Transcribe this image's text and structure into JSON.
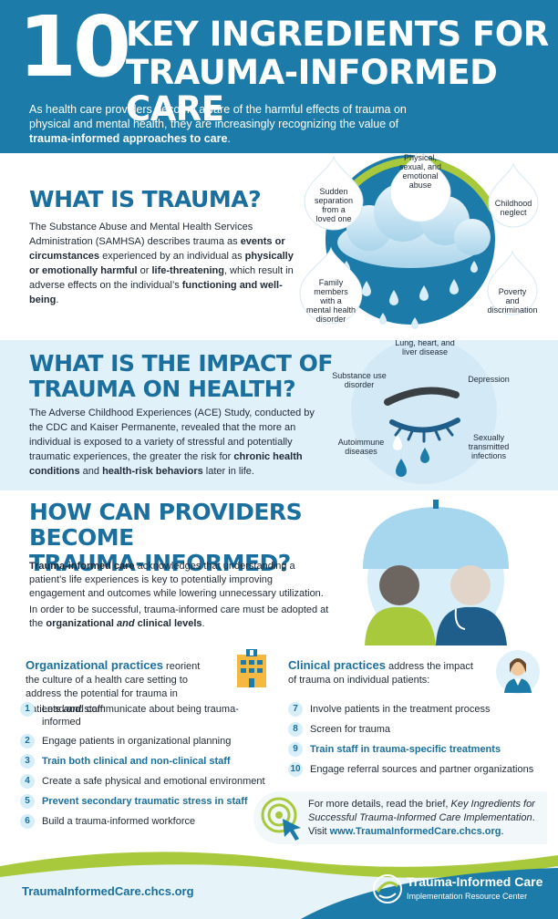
{
  "header": {
    "number": "10",
    "title_line1": "KEY INGREDIENTS FOR",
    "title_line2": "TRAUMA-INFORMED CARE",
    "intro_part1": "As health care providers become aware of the harmful effects of trauma on physical and mental health, they are increasingly recognizing the value of ",
    "intro_bold": "trauma-informed approaches to care",
    "intro_part2": "."
  },
  "what_is_trauma": {
    "heading": "WHAT IS TRAUMA?",
    "p_a": "The Substance Abuse and Mental Health Services Administration (SAMHSA) describes trauma as ",
    "p_b": "events or circumstances",
    "p_c": " experienced by an individual as ",
    "p_d": "physically or emotionally harmful",
    "p_e": " or ",
    "p_f": "life-threatening",
    "p_g": ", which result in adverse effects on the individual’s ",
    "p_h": "functioning and well-being",
    "p_i": ".",
    "drops": {
      "sudden": [
        "Sudden",
        "separation",
        "from a",
        "loved one"
      ],
      "physical": [
        "Physical,",
        "sexual, and",
        "emotional",
        "abuse"
      ],
      "childhood": [
        "Childhood",
        "neglect"
      ],
      "family": [
        "Family",
        "members",
        "with a",
        "mental health",
        "disorder"
      ],
      "poverty": [
        "Poverty",
        "and",
        "discrimination"
      ]
    }
  },
  "impact": {
    "heading_line1": "WHAT IS THE IMPACT OF",
    "heading_line2": "TRAUMA ON HEALTH?",
    "p_a": "The Adverse Childhood Experiences (ACE) Study, conducted by the CDC and Kaiser Permanente, revealed that the more an individual is exposed to a variety of stressful and potentially traumatic experiences, the greater the risk for ",
    "p_b": "chronic health conditions",
    "p_c": " and ",
    "p_d": "health-risk behaviors",
    "p_e": " later in life.",
    "labels": {
      "lung": [
        "Lung, heart, and",
        "liver disease"
      ],
      "substance": [
        "Substance use",
        "disorder"
      ],
      "depression": [
        "Depression"
      ],
      "autoimmune": [
        "Autoimmune",
        "diseases"
      ],
      "sti": [
        "Sexually",
        "transmitted",
        "infections"
      ]
    }
  },
  "providers": {
    "heading_line1": "HOW CAN PROVIDERS BECOME",
    "heading_line2": "TRAUMA-INFORMED?",
    "p1_bold": "Trauma-informed care",
    "p1_rest": " acknowledges that understanding a patient’s life experiences is key to potentially improving engagement and outcomes while lowering unnecessary utilization.",
    "p2_a": "In order to be successful, trauma-informed care must be adopted at the ",
    "p2_b": "organizational ",
    "p2_c": "and",
    "p2_d": " clinical levels",
    "p2_e": "."
  },
  "organizational": {
    "heading_bold": "Organizational practices",
    "heading_rest_a": " reorient the culture of a health care setting to address the potential for trauma in patients ",
    "heading_rest_b": "and",
    "heading_rest_c": " staff:",
    "items": [
      {
        "num": "1",
        "label": "Lead and communicate about being trauma-informed"
      },
      {
        "num": "2",
        "label": "Engage patients in organizational planning"
      },
      {
        "num": "3",
        "label": "Train both clinical and non-clinical staff"
      },
      {
        "num": "4",
        "label": "Create a safe physical and emotional environment"
      },
      {
        "num": "5",
        "label": "Prevent secondary traumatic stress in staff"
      },
      {
        "num": "6",
        "label": "Build a trauma-informed workforce"
      }
    ]
  },
  "clinical": {
    "heading_bold": "Clinical practices",
    "heading_rest": " address the impact of trauma on individual patients:",
    "items": [
      {
        "num": "7",
        "label": "Involve patients in the treatment process"
      },
      {
        "num": "8",
        "label": "Screen for trauma"
      },
      {
        "num": "9",
        "label": "Train staff in trauma-specific treatments"
      },
      {
        "num": "10",
        "label": "Engage referral sources and partner organizations"
      }
    ]
  },
  "details": {
    "line_a": "For more details, read the brief, ",
    "brief_title": "Key Ingredients for Successful Trauma-Informed Care Implementation",
    "line_b": ".",
    "visit": "Visit ",
    "url": "www.TraumaInformedCare.chcs.org",
    "end": "."
  },
  "footer": {
    "site": "TraumaInformedCare.chcs.org",
    "org_name": "Trauma-Informed Care",
    "org_sub": "Implementation Resource Center"
  },
  "colors": {
    "primary_blue": "#1c7ba8",
    "dark_blue": "#1a6f9e",
    "light_blue": "#e1f1fa",
    "green": "#a8c93c"
  }
}
